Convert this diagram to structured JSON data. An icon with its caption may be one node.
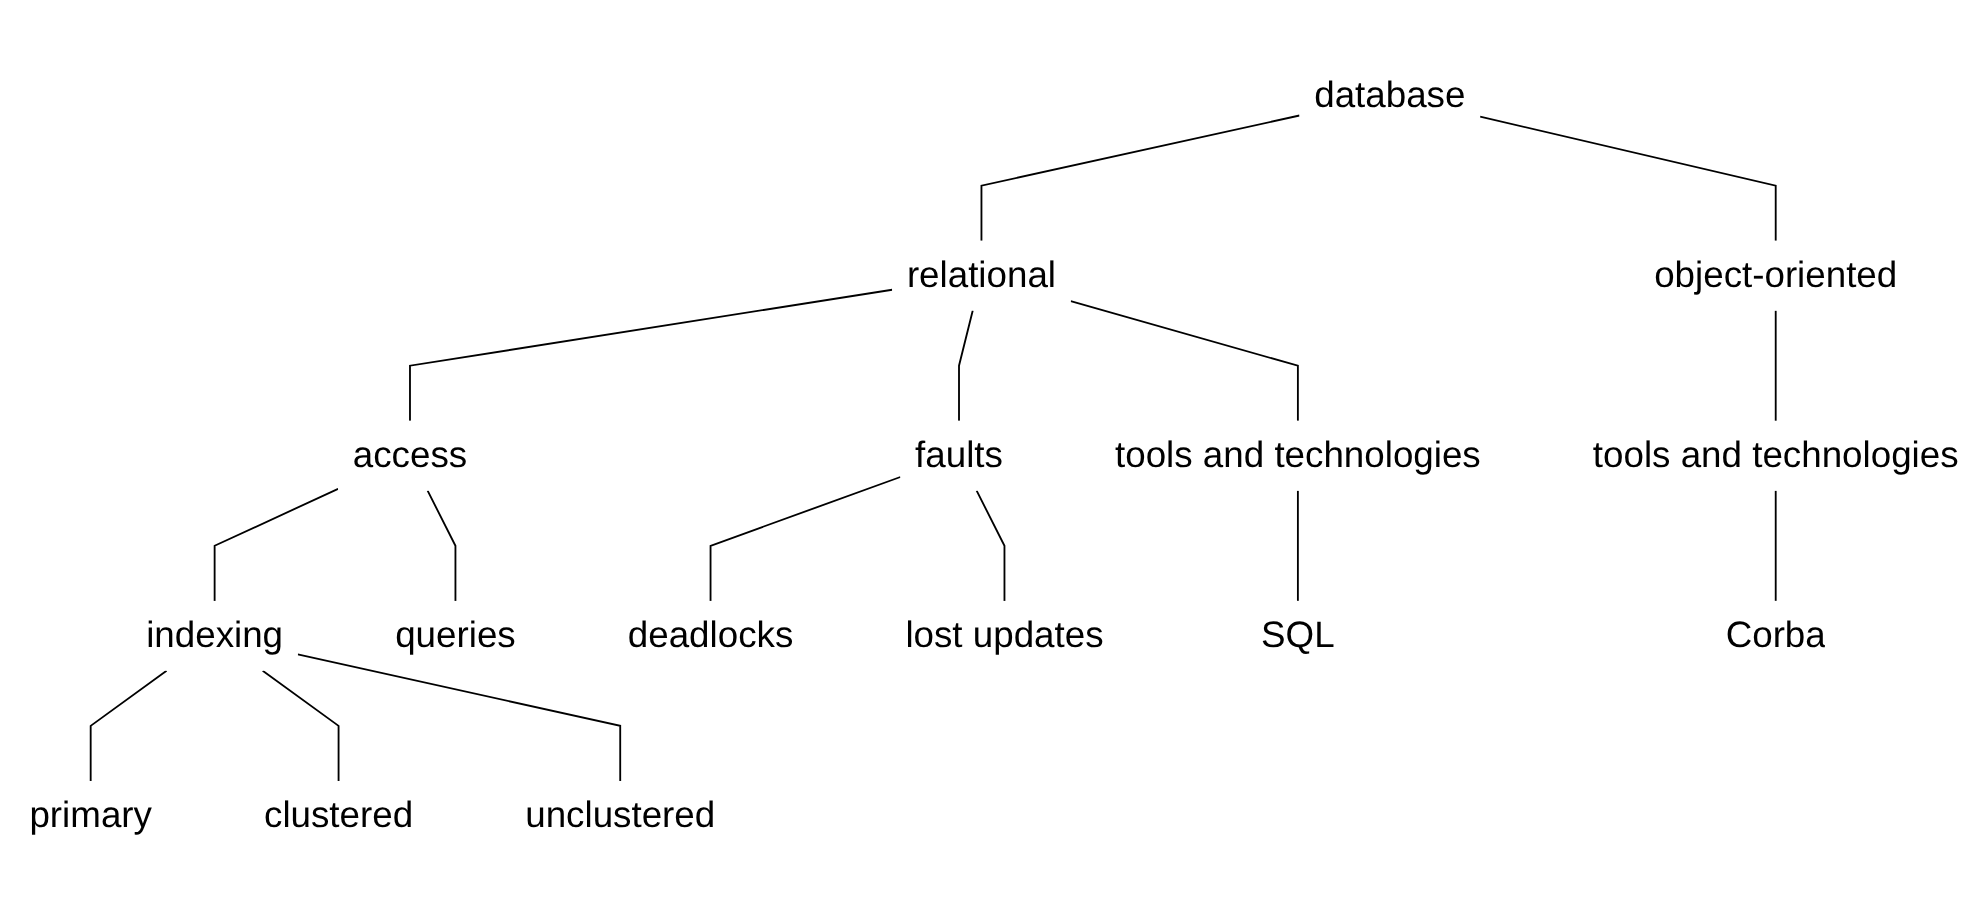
{
  "diagram": {
    "nodes": [
      {
        "text": [
          "database"
        ]
      },
      {
        "text": [
          "relational"
        ]
      },
      {
        "text": [
          "object-oriented"
        ]
      },
      {
        "text": [
          "access"
        ]
      },
      {
        "text": [
          "faults"
        ]
      },
      {
        "text": [
          "tools and technologies"
        ]
      },
      {
        "text": [
          "tools and technologies"
        ]
      },
      {
        "text": [
          "indexing"
        ]
      },
      {
        "text": [
          "queries"
        ]
      },
      {
        "text": [
          "deadlocks"
        ]
      },
      {
        "text": [
          "lost updates"
        ]
      },
      {
        "text": [
          "SQL"
        ]
      },
      {
        "text": [
          "Corba"
        ]
      },
      {
        "text": [
          "primary"
        ]
      },
      {
        "text": [
          "clustered"
        ]
      },
      {
        "text": [
          "unclustered"
        ]
      }
    ],
    "edges": [
      {
        "from": 0,
        "to": 1,
        "arrow": "none"
      },
      {
        "from": 0,
        "to": 2,
        "arrow": "none"
      },
      {
        "from": 1,
        "to": 3,
        "arrow": "none"
      },
      {
        "from": 1,
        "to": 4,
        "arrow": "none"
      },
      {
        "from": 1,
        "to": 5,
        "arrow": "none"
      },
      {
        "from": 2,
        "to": 6,
        "arrow": "none"
      },
      {
        "from": 3,
        "to": 7,
        "arrow": "none"
      },
      {
        "from": 3,
        "to": 8,
        "arrow": "none"
      },
      {
        "from": 4,
        "to": 9,
        "arrow": "none"
      },
      {
        "from": 4,
        "to": 10,
        "arrow": "none"
      },
      {
        "from": 5,
        "to": 11,
        "arrow": "none"
      },
      {
        "from": 6,
        "to": 12,
        "arrow": "none"
      },
      {
        "from": 7,
        "to": 13,
        "arrow": "none"
      },
      {
        "from": 7,
        "to": 14,
        "arrow": "none"
      },
      {
        "from": 7,
        "to": 15,
        "arrow": "none"
      }
    ]
  }
}
